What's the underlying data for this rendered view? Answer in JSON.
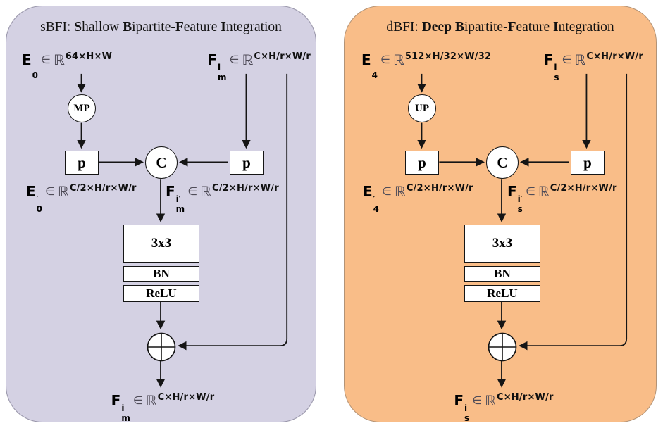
{
  "math": {
    "element_of": "∈",
    "reals": "ℝ"
  },
  "panels": [
    {
      "id": "sBFI",
      "background": "#d4d1e3",
      "title_segments": [
        {
          "t": "sBFI: "
        },
        {
          "t": "S",
          "b": true
        },
        {
          "t": "hallow "
        },
        {
          "t": "B",
          "b": true
        },
        {
          "t": "ipartite-"
        },
        {
          "t": "F",
          "b": true
        },
        {
          "t": "eature "
        },
        {
          "t": "I",
          "b": true
        },
        {
          "t": "ntegration"
        }
      ],
      "input_left": {
        "v": "E",
        "sup": "",
        "sub": "0",
        "exp": "64×H×W"
      },
      "input_right": {
        "v": "F",
        "sup": "i",
        "sub": "m",
        "exp": "C×H/r×W/r"
      },
      "pool_label": "MP",
      "proj_label_left": "p",
      "proj_label_right": "p",
      "concat_label": "C",
      "mid_left": {
        "v": "E",
        "sup": "′",
        "sub": "0",
        "exp": "C/2×H/r×W/r"
      },
      "mid_right": {
        "v": "F",
        "sup": "i′",
        "sub": "m",
        "exp": "C/2×H/r×W/r"
      },
      "conv_label": "3x3",
      "bn_label": "BN",
      "relu_label": "ReLU",
      "output": {
        "v": "F",
        "sup": "i",
        "sub": "m",
        "exp": "C×H/r×W/r"
      }
    },
    {
      "id": "dBFI",
      "background": "#f9bd88",
      "title_segments": [
        {
          "t": "dBFI: "
        },
        {
          "t": "Deep",
          "b": true
        },
        {
          "t": " "
        },
        {
          "t": "B",
          "b": true
        },
        {
          "t": "ipartite-"
        },
        {
          "t": "F",
          "b": true
        },
        {
          "t": "eature "
        },
        {
          "t": "I",
          "b": true
        },
        {
          "t": "ntegration"
        }
      ],
      "input_left": {
        "v": "E",
        "sup": "",
        "sub": "4",
        "exp": "512×H/32×W/32"
      },
      "input_right": {
        "v": "F",
        "sup": "i",
        "sub": "s",
        "exp": "C×H/r×W/r"
      },
      "pool_label": "UP",
      "proj_label_left": "p",
      "proj_label_right": "p",
      "concat_label": "C",
      "mid_left": {
        "v": "E",
        "sup": "′",
        "sub": "4",
        "exp": "C/2×H/r×W/r"
      },
      "mid_right": {
        "v": "F",
        "sup": "i′",
        "sub": "s",
        "exp": "C/2×H/r×W/r"
      },
      "conv_label": "3x3",
      "bn_label": "BN",
      "relu_label": "ReLU",
      "output": {
        "v": "F",
        "sup": "i",
        "sub": "s",
        "exp": "C×H/r×W/r"
      }
    }
  ]
}
